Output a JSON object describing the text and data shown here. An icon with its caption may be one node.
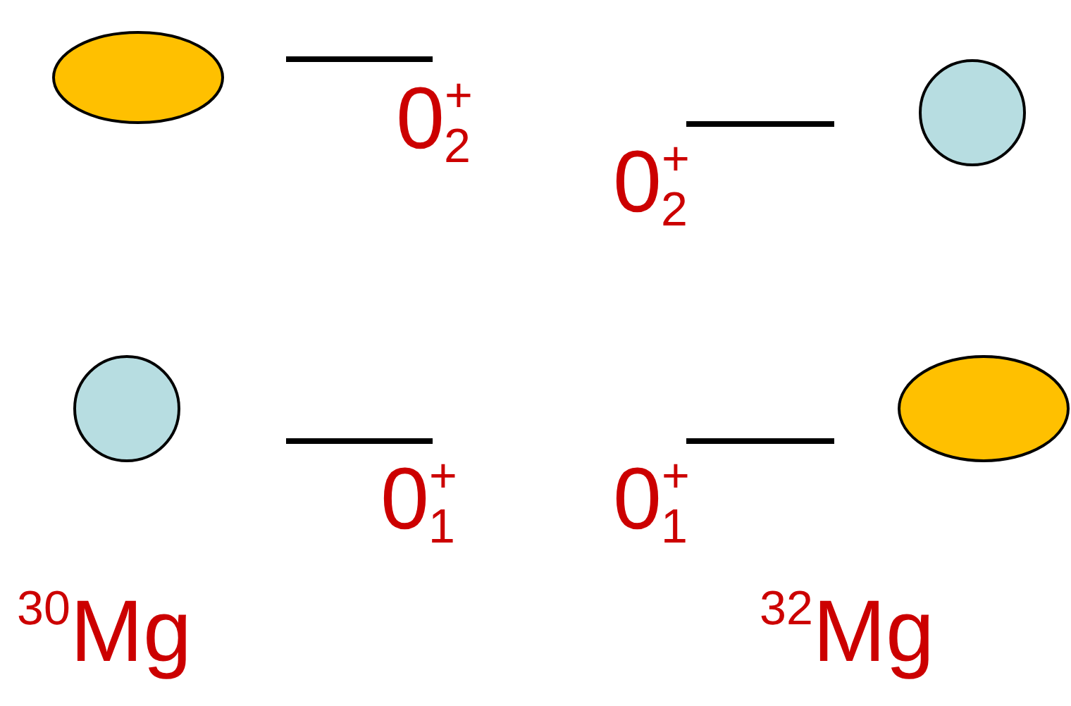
{
  "diagram": {
    "nodes": [
      {
        "text": [],
        "shape": "ellipse"
      },
      {
        "text": [],
        "shape": "circle"
      },
      {
        "text": [],
        "shape": "circle"
      },
      {
        "text": [],
        "shape": "ellipse"
      }
    ],
    "labels": [
      "0$^{+}$$_{2}$",
      "0$^{+}$$_{2}$",
      "0$^{+}$$_{1}$",
      "0$^{+}$$_{1}$",
      "$^{30}$Mg",
      "$^{32}$Mg"
    ]
  }
}
